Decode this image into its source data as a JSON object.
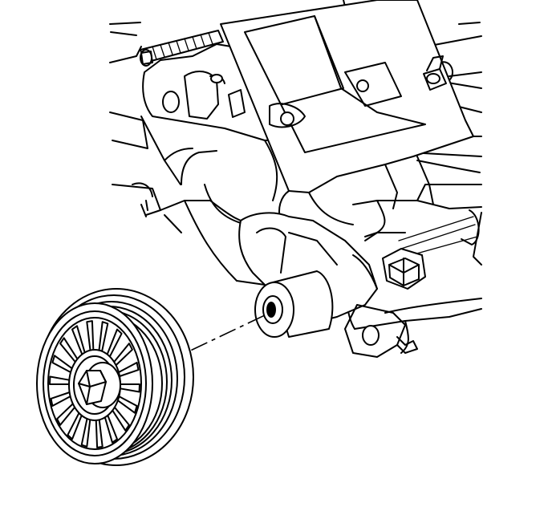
{
  "illustration": {
    "parts": [
      "idler-pulley",
      "pulley-bolt",
      "mounting-bracket",
      "pulley-mounting-boss",
      "engine-block",
      "bracket-stud",
      "bracket-bolt"
    ],
    "colors": {
      "ink": "#000000",
      "background": "#ffffff"
    }
  }
}
